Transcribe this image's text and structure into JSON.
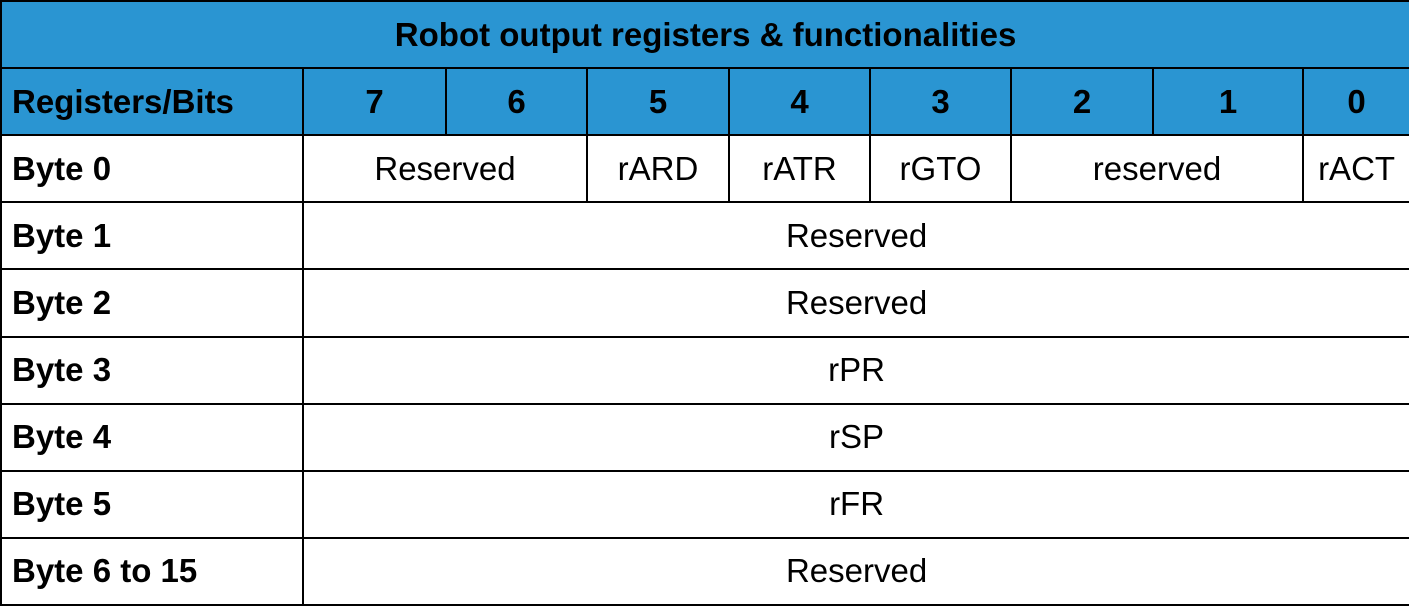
{
  "table": {
    "title": "Robot output registers & functionalities",
    "header": {
      "label": "Registers/Bits",
      "bits": [
        "7",
        "6",
        "5",
        "4",
        "3",
        "2",
        "1",
        "0"
      ]
    },
    "byte0": {
      "label": "Byte 0",
      "bits_7_6": "Reserved",
      "bit_5": "rARD",
      "bit_4": "rATR",
      "bit_3": "rGTO",
      "bits_2_1": "reserved",
      "bit_0": "rACT"
    },
    "rows": [
      {
        "label": "Byte 1",
        "value": "Reserved"
      },
      {
        "label": "Byte 2",
        "value": "Reserved"
      },
      {
        "label": "Byte 3",
        "value": "rPR"
      },
      {
        "label": "Byte 4",
        "value": "rSP"
      },
      {
        "label": "Byte 5",
        "value": "rFR"
      },
      {
        "label": "Byte 6 to 15",
        "value": "Reserved"
      }
    ],
    "colors": {
      "header_bg": "#2a95d2",
      "border": "#000000",
      "body_bg": "#ffffff"
    }
  }
}
